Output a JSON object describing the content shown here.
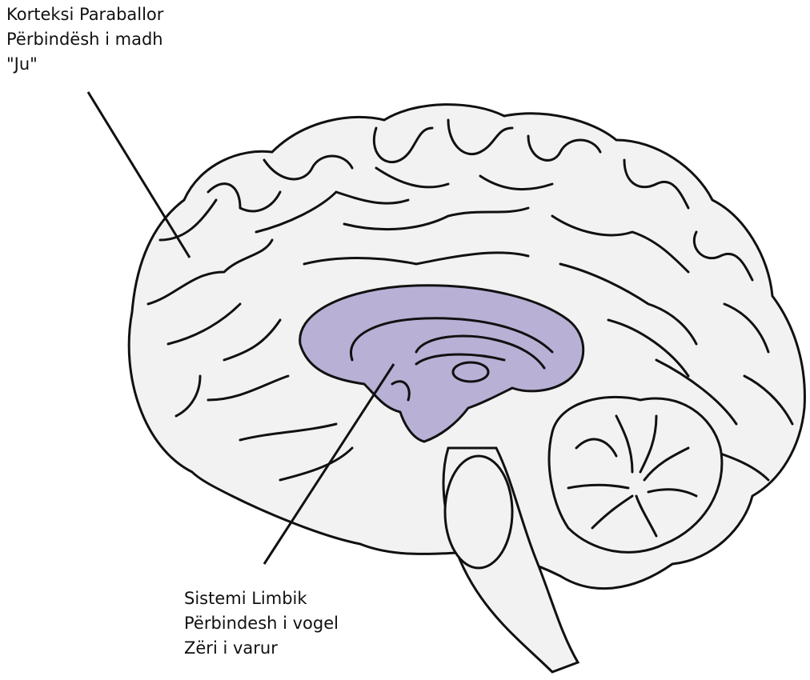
{
  "labels": {
    "cortex": {
      "line1": "Korteksi Paraballor",
      "line2": "Përbindësh i madh",
      "line3": "\"Ju\""
    },
    "limbic": {
      "line1": "Sistemi Limbik",
      "line2": "Përbindesh i vogel",
      "line3": "Zëri i varur"
    }
  },
  "colors": {
    "outline": "#111111",
    "brain_fill": "#f2f2f2",
    "limbic_fill": "#b9b0d6",
    "background": "#ffffff"
  }
}
